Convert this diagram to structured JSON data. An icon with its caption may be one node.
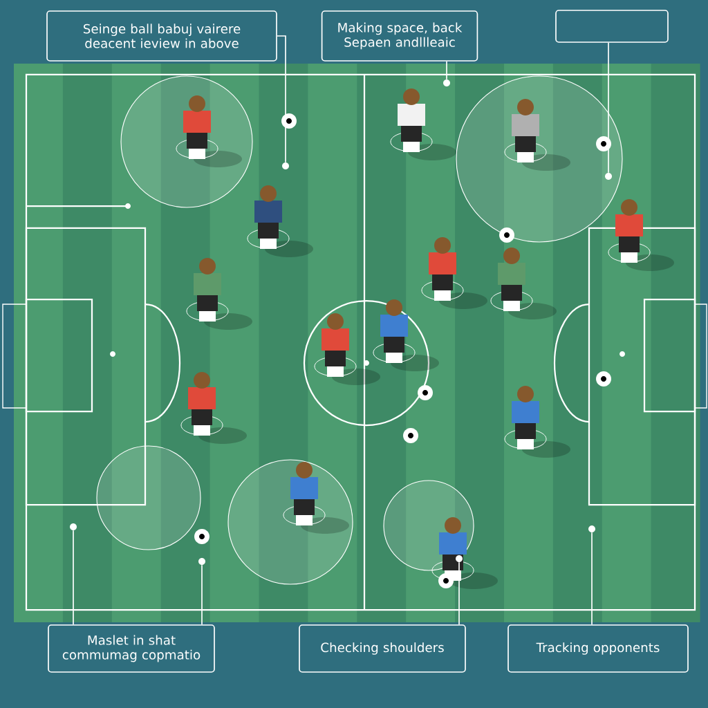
{
  "diagram": {
    "nodes": [
      {
        "text": [
          "Seinge ball babuj vairere deacent ieview in above"
        ]
      },
      {
        "text": [
          "Making space, back Sepaen andllleaic"
        ]
      },
      {
        "text": [],
        "shape": "box"
      },
      {
        "text": [],
        "shape": "circle"
      },
      {
        "text": [],
        "shape": "circle"
      },
      {
        "text": [],
        "shape": "circle"
      },
      {
        "text": [],
        "shape": "circle"
      },
      {
        "text": [],
        "shape": "circle"
      },
      {
        "text": [],
        "shape": "circle"
      },
      {
        "text": [],
        "shape": "circle"
      },
      {
        "text": [
          "Maslet in shat commumag copmatio"
        ]
      },
      {
        "text": [
          "Checking shoulders"
        ]
      },
      {
        "text": [
          "Tracking opponents"
        ]
      }
    ],
    "edges": [
      {
        "from": 0,
        "to": 3,
        "arrow": "none"
      },
      {
        "from": 1,
        "to": 4,
        "arrow": "none"
      },
      {
        "from": 2,
        "to": 5,
        "arrow": "none"
      },
      {
        "from": 10,
        "to": 6,
        "arrow": "none"
      },
      {
        "from": 10,
        "to": 7,
        "arrow": "none"
      },
      {
        "from": 11,
        "to": 8,
        "arrow": "none"
      },
      {
        "from": 12,
        "to": 9,
        "arrow": "none"
      }
    ]
  }
}
